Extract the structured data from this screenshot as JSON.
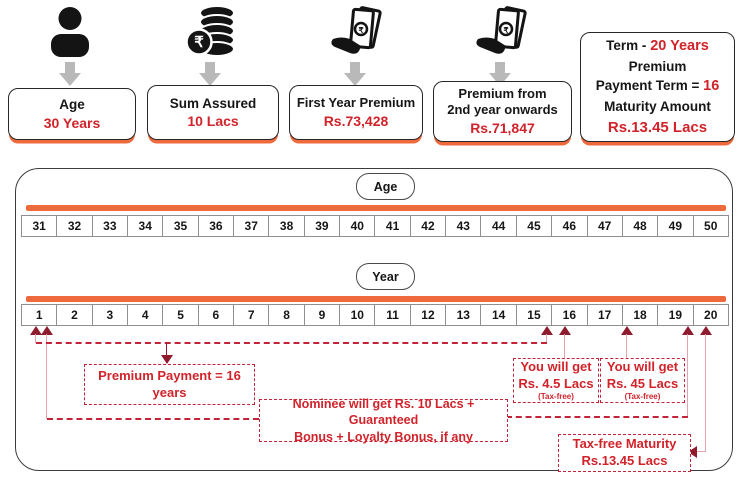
{
  "colors": {
    "orange": "#ee6a3d",
    "red_text": "#d2232a",
    "arrow_maroon": "#8e1b2e",
    "stem_pink": "#e3a4ae",
    "dashed_red": "#c22338"
  },
  "top_boxes": {
    "age": {
      "label": "Age",
      "value": "30 Years"
    },
    "sum_assured": {
      "label": "Sum Assured",
      "value": "10 Lacs"
    },
    "first_premium": {
      "label": "First Year Premium",
      "value": "Rs.73,428"
    },
    "renewal_premium": {
      "label1": "Premium from",
      "label2": "2nd year onwards",
      "value": "Rs.71,847"
    },
    "summary": {
      "l1_black": "Term  -",
      "l1_red": "20 Years",
      "l2_black": "Premium",
      "l3_black": "Payment Term =",
      "l3_red": "16",
      "l4_black": "Maturity Amount",
      "l5_red": "Rs.13.45 Lacs"
    }
  },
  "icons": {
    "icon1": "person-icon",
    "icon2": "rupee-coins-icon",
    "icon3": "hand-money-icon",
    "icon4": "hand-money-icon",
    "rupee_glyph": "₹"
  },
  "timeline": {
    "age_label": "Age",
    "year_label": "Year",
    "ages": [
      "31",
      "32",
      "33",
      "34",
      "35",
      "36",
      "37",
      "38",
      "39",
      "40",
      "41",
      "42",
      "43",
      "44",
      "45",
      "46",
      "47",
      "48",
      "49",
      "50"
    ],
    "years": [
      "1",
      "2",
      "3",
      "4",
      "5",
      "6",
      "7",
      "8",
      "9",
      "10",
      "11",
      "12",
      "13",
      "14",
      "15",
      "16",
      "17",
      "18",
      "19",
      "20"
    ]
  },
  "annotations": {
    "premium_payment": "Premium Payment = 16 years",
    "nominee_line1": "Nominee will get Rs. 10 Lacs + Guaranteed",
    "nominee_line2": "Bonus + Loyalty Bonus, if any",
    "benefit_16": {
      "line1": "You will get",
      "line2": "Rs. 4.5 Lacs",
      "line3": "(Tax-free)"
    },
    "benefit_18": {
      "line1": "You will get",
      "line2": "Rs. 45 Lacs",
      "line3": "(Tax-free)"
    },
    "maturity": {
      "line1": "Tax-free Maturity",
      "line2": "Rs.13.45 Lacs"
    }
  }
}
